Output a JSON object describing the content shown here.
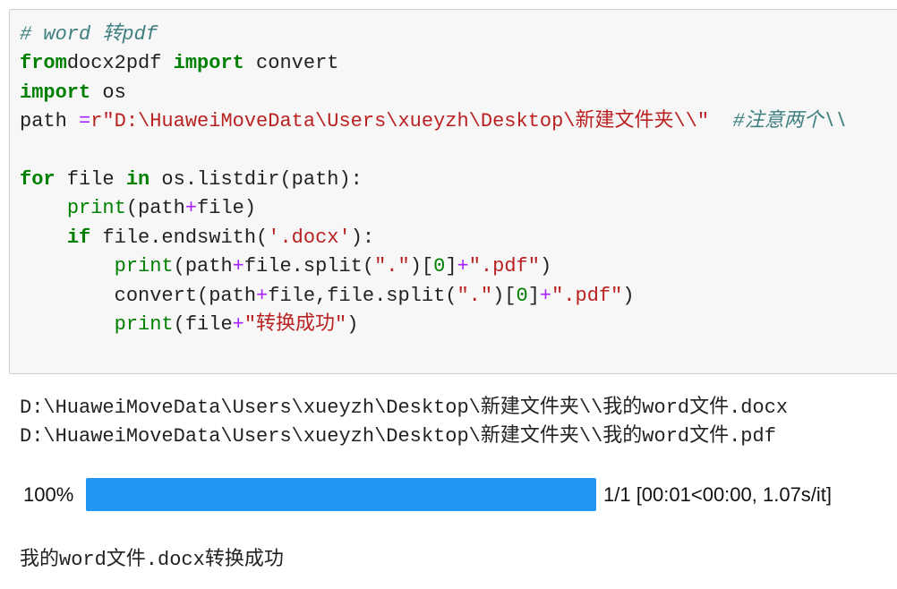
{
  "code": {
    "lines": [
      [
        [
          "cm",
          "# word 转pdf"
        ]
      ],
      [
        [
          "kw",
          "from"
        ],
        [
          "",
          "docx2pdf "
        ],
        [
          "kw",
          "import"
        ],
        [
          "",
          " convert"
        ]
      ],
      [
        [
          "kw",
          "import"
        ],
        [
          "",
          " os"
        ]
      ],
      [
        [
          "",
          "path "
        ],
        [
          "op",
          "="
        ],
        [
          "str",
          "r\"D:\\HuaweiMoveData\\Users\\xueyzh\\Desktop\\新建文件夹\\\\\""
        ],
        [
          "",
          "  "
        ],
        [
          "cm",
          "#注意两个\\\\"
        ]
      ],
      [],
      [
        [
          "kw",
          "for"
        ],
        [
          "",
          " file "
        ],
        [
          "kw",
          "in"
        ],
        [
          "",
          " os.listdir(path):"
        ]
      ],
      [
        [
          "",
          "    "
        ],
        [
          "bi",
          "print"
        ],
        [
          "",
          "(path"
        ],
        [
          "op",
          "+"
        ],
        [
          "",
          "file)"
        ]
      ],
      [
        [
          "",
          "    "
        ],
        [
          "kw",
          "if"
        ],
        [
          "",
          " file.endswith("
        ],
        [
          "str",
          "'.docx'"
        ],
        [
          "",
          "):"
        ]
      ],
      [
        [
          "",
          "        "
        ],
        [
          "bi",
          "print"
        ],
        [
          "",
          "(path"
        ],
        [
          "op",
          "+"
        ],
        [
          "",
          "file.split("
        ],
        [
          "str",
          "\".\""
        ],
        [
          "",
          ")["
        ],
        [
          "num",
          "0"
        ],
        [
          "",
          "]"
        ],
        [
          "op",
          "+"
        ],
        [
          "str",
          "\".pdf\""
        ],
        [
          "",
          ")"
        ]
      ],
      [
        [
          "",
          "        convert(path"
        ],
        [
          "op",
          "+"
        ],
        [
          "",
          "file,file.split("
        ],
        [
          "str",
          "\".\""
        ],
        [
          "",
          ")["
        ],
        [
          "num",
          "0"
        ],
        [
          "",
          "]"
        ],
        [
          "op",
          "+"
        ],
        [
          "str",
          "\".pdf\""
        ],
        [
          "",
          ")"
        ]
      ],
      [
        [
          "",
          "        "
        ],
        [
          "bi",
          "print"
        ],
        [
          "",
          "(file"
        ],
        [
          "op",
          "+"
        ],
        [
          "str",
          "\"转换成功\""
        ],
        [
          "",
          ")"
        ]
      ]
    ]
  },
  "output": {
    "lines": [
      "D:\\HuaweiMoveData\\Users\\xueyzh\\Desktop\\新建文件夹\\\\我的word文件.docx",
      "D:\\HuaweiMoveData\\Users\\xueyzh\\Desktop\\新建文件夹\\\\我的word文件.pdf"
    ],
    "progress": {
      "percent_label": "100%",
      "fraction": 1.0,
      "stats": "1/1 [00:01<00:00, 1.07s/it]",
      "color": "#2196f3"
    },
    "final": "我的word文件.docx转换成功"
  }
}
